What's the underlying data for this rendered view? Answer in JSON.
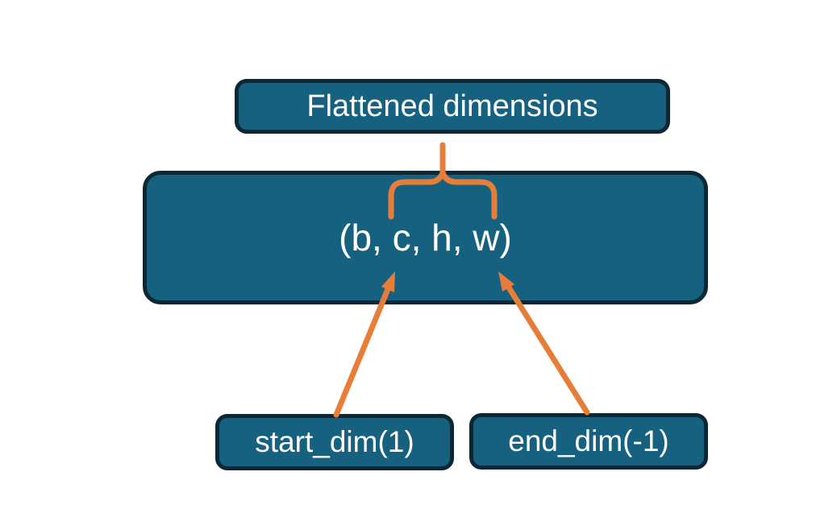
{
  "diagram": {
    "colors": {
      "canvas_bg": "#ffffff",
      "box_fill": "#16617f",
      "box_border": "#0d2733",
      "connector": "#e67e3a",
      "text": "#ffffff"
    },
    "nodes": {
      "flattened": {
        "label": "Flattened dimensions"
      },
      "tensor": {
        "label": "(b, c, h, w)"
      },
      "start_dim": {
        "label": "start_dim(1)"
      },
      "end_dim": {
        "label": "end_dim(-1)"
      }
    },
    "connectors": [
      {
        "name": "flatten-brace",
        "type": "curly-brace",
        "from": "flattened",
        "to": "tensor"
      },
      {
        "name": "start-dim-arrow",
        "type": "arrow",
        "from": "start_dim",
        "to": "tensor"
      },
      {
        "name": "end-dim-arrow",
        "type": "arrow",
        "from": "end_dim",
        "to": "tensor"
      }
    ]
  }
}
